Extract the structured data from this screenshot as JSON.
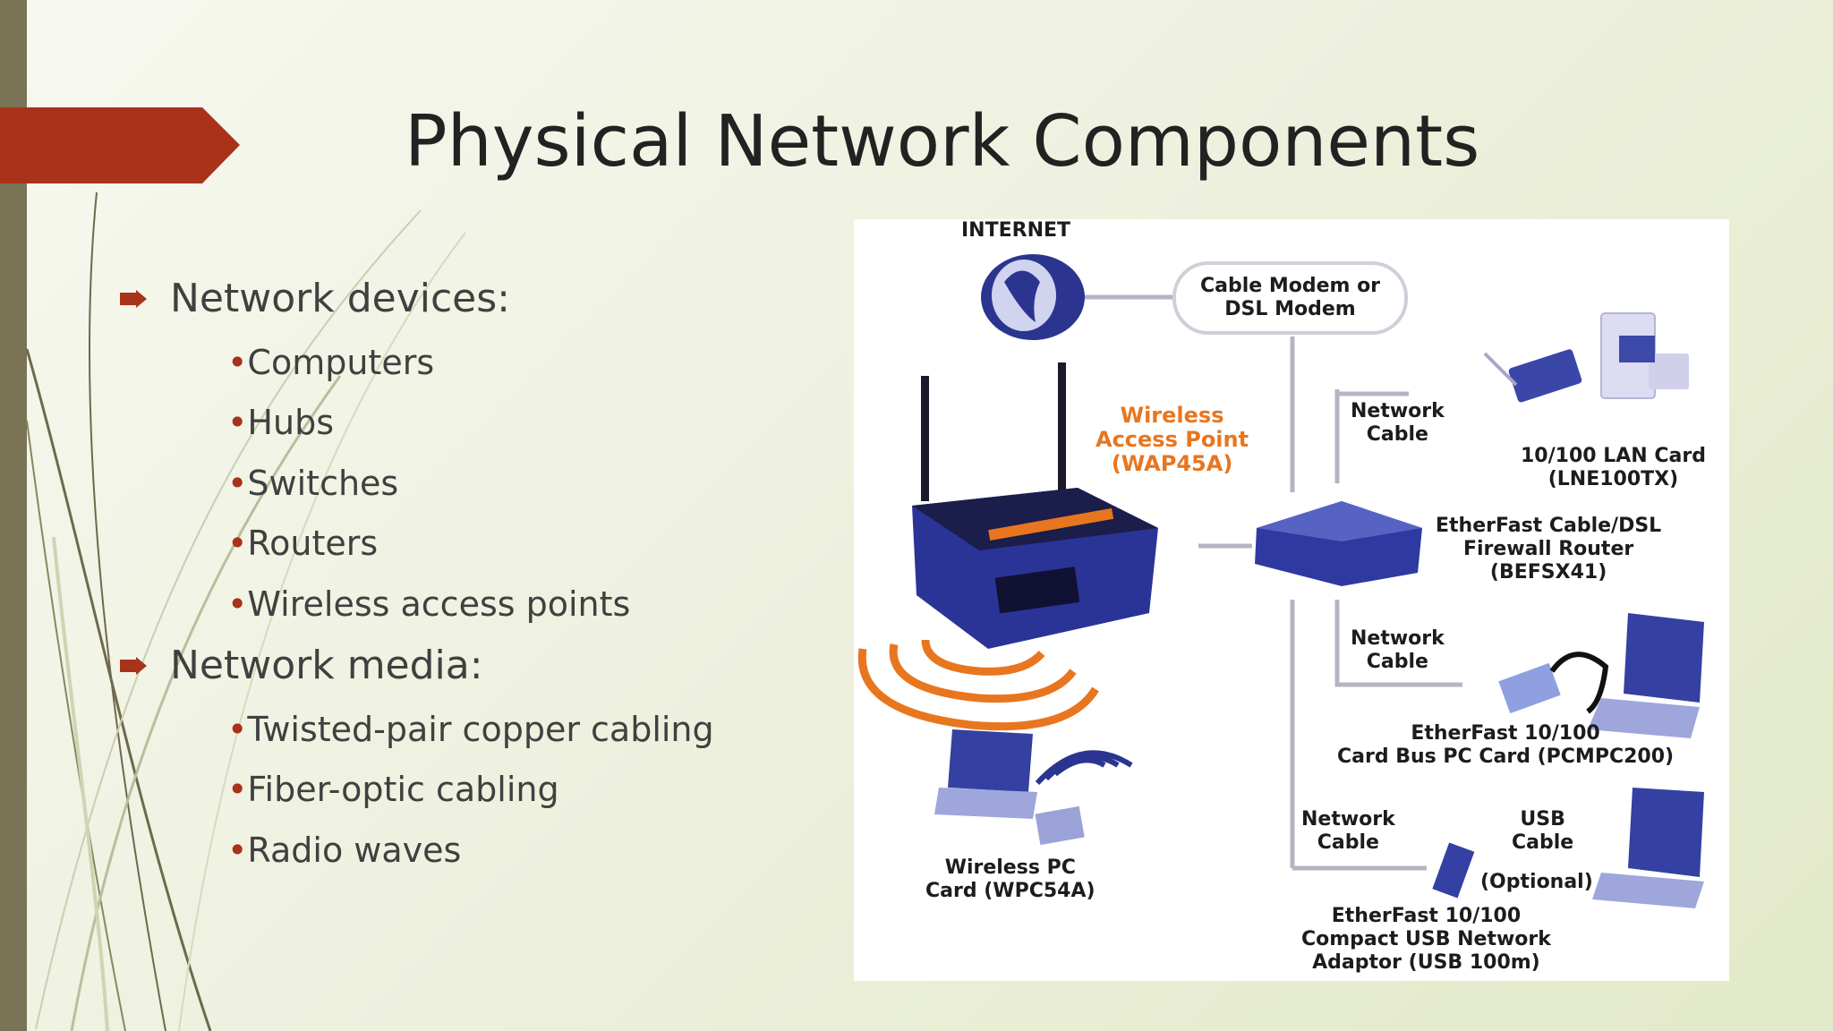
{
  "slide": {
    "title": "Physical Network Components",
    "accent_color": "#a8321a",
    "strip_color": "#7a7355"
  },
  "bullets": {
    "devices_heading": "Network devices:",
    "devices": [
      "Computers",
      "Hubs",
      "Switches",
      "Routers",
      "Wireless access points"
    ],
    "media_heading": "Network media:",
    "media": [
      "Twisted-pair copper cabling",
      "Fiber-optic cabling",
      "Radio waves"
    ],
    "sub_bullet_glyph": "•"
  },
  "diagram": {
    "internet_label": "INTERNET",
    "modem_label": "Cable Modem or\nDSL Modem",
    "wap_label": "Wireless\nAccess Point\n(WAP45A)",
    "network_cable_1": "Network\nCable",
    "lan_card_label": "10/100 LAN Card\n(LNE100TX)",
    "router_label": "EtherFast Cable/DSL\nFirewall Router\n(BEFSX41)",
    "network_cable_2": "Network\nCable",
    "pc_card_label": "EtherFast 10/100\nCard Bus PC Card (PCMPC200)",
    "network_cable_3": "Network\nCable",
    "usb_cable_label": "USB\nCable",
    "optional_label": "(Optional)",
    "usb_adaptor_label": "EtherFast 10/100\nCompact USB Network\nAdaptor (USB 100m)",
    "wireless_pc_card_label": "Wireless PC\nCard (WPC54A)",
    "wap_label_color": "#e8761f",
    "device_color": "#2b3590"
  }
}
